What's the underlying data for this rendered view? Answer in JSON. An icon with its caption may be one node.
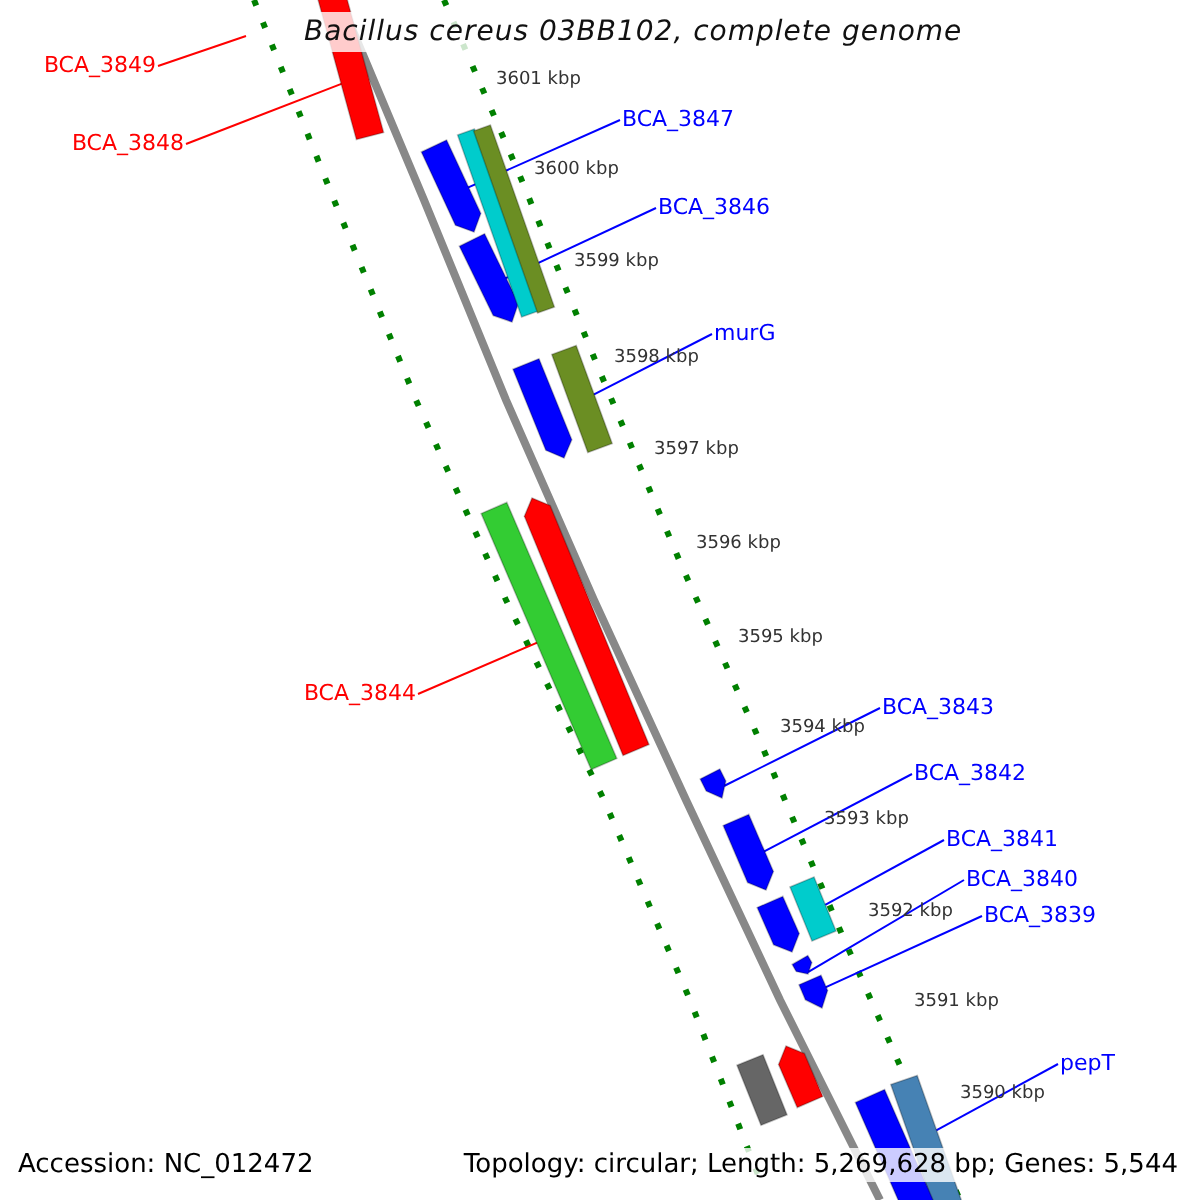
{
  "diagram": {
    "title": "Bacillus cereus 03BB102, complete genome",
    "nodes": [
      {
        "text": [
          "BCA_3849"
        ]
      },
      {
        "text": [
          "BCA_3848"
        ]
      },
      {
        "text": [
          "BCA_3847"
        ]
      },
      {
        "text": [
          "BCA_3846"
        ]
      },
      {
        "text": [
          "murG"
        ]
      },
      {
        "text": [
          "BCA_3844"
        ]
      },
      {
        "text": [
          "BCA_3843"
        ]
      },
      {
        "text": [
          "BCA_3842"
        ]
      },
      {
        "text": [
          "BCA_3841"
        ]
      },
      {
        "text": [
          "BCA_3840"
        ]
      },
      {
        "text": [
          "BCA_3839"
        ]
      },
      {
        "text": [
          "pepT"
        ]
      },
      {
        "text": [],
        "shape": "bar"
      },
      {
        "text": [],
        "shape": "bar"
      },
      {
        "text": [],
        "shape": "bar"
      },
      {
        "text": [],
        "shape": "bar"
      },
      {
        "text": [],
        "shape": "bar"
      },
      {
        "text": [],
        "shape": "bar"
      },
      {
        "text": [],
        "shape": "bar"
      },
      {
        "text": [],
        "shape": "bar"
      },
      {
        "text": [],
        "shape": "bar"
      },
      {
        "text": [],
        "shape": "bar"
      },
      {
        "text": [],
        "shape": "bar"
      },
      {
        "text": [],
        "shape": "bar"
      },
      {
        "text": [],
        "shape": "bar"
      },
      {
        "text": [],
        "shape": "bar"
      },
      {
        "text": [],
        "shape": "bar"
      },
      {
        "text": [],
        "shape": "bar"
      },
      {
        "text": [],
        "shape": "bar"
      },
      {
        "text": [],
        "shape": "bar"
      },
      {
        "text": [],
        "shape": "bar"
      }
    ],
    "edges": [
      {
        "from": 0,
        "to": null,
        "arrow": "none",
        "color": "#ff0000"
      },
      {
        "from": 1,
        "to": 12,
        "arrow": "none",
        "color": "#ff0000"
      },
      {
        "from": 2,
        "to": 13,
        "arrow": "none"
      },
      {
        "from": 3,
        "to": 14,
        "arrow": "none"
      },
      {
        "from": 4,
        "to": 15,
        "arrow": "none"
      },
      {
        "from": 5,
        "to": 16,
        "arrow": "none",
        "color": "#ff0000"
      },
      {
        "from": 6,
        "to": 17,
        "arrow": "none"
      },
      {
        "from": 7,
        "to": 18,
        "arrow": "none"
      },
      {
        "from": 8,
        "to": 19,
        "arrow": "none"
      },
      {
        "from": 9,
        "to": 20,
        "arrow": "none"
      },
      {
        "from": 10,
        "to": 21,
        "arrow": "none"
      },
      {
        "from": 11,
        "to": 22,
        "arrow": "none"
      }
    ],
    "labels": [
      "3601 kbp",
      "3600 kbp",
      "3599 kbp",
      "3598 kbp",
      "3597 kbp",
      "3596 kbp",
      "3595 kbp",
      "3594 kbp",
      "3593 kbp",
      "3592 kbp",
      "3591 kbp",
      "3590 kbp",
      "Accession: NC_012472",
      "Topology: circular; Length: 5,269,628 bp; Genes: 5,544"
    ]
  }
}
